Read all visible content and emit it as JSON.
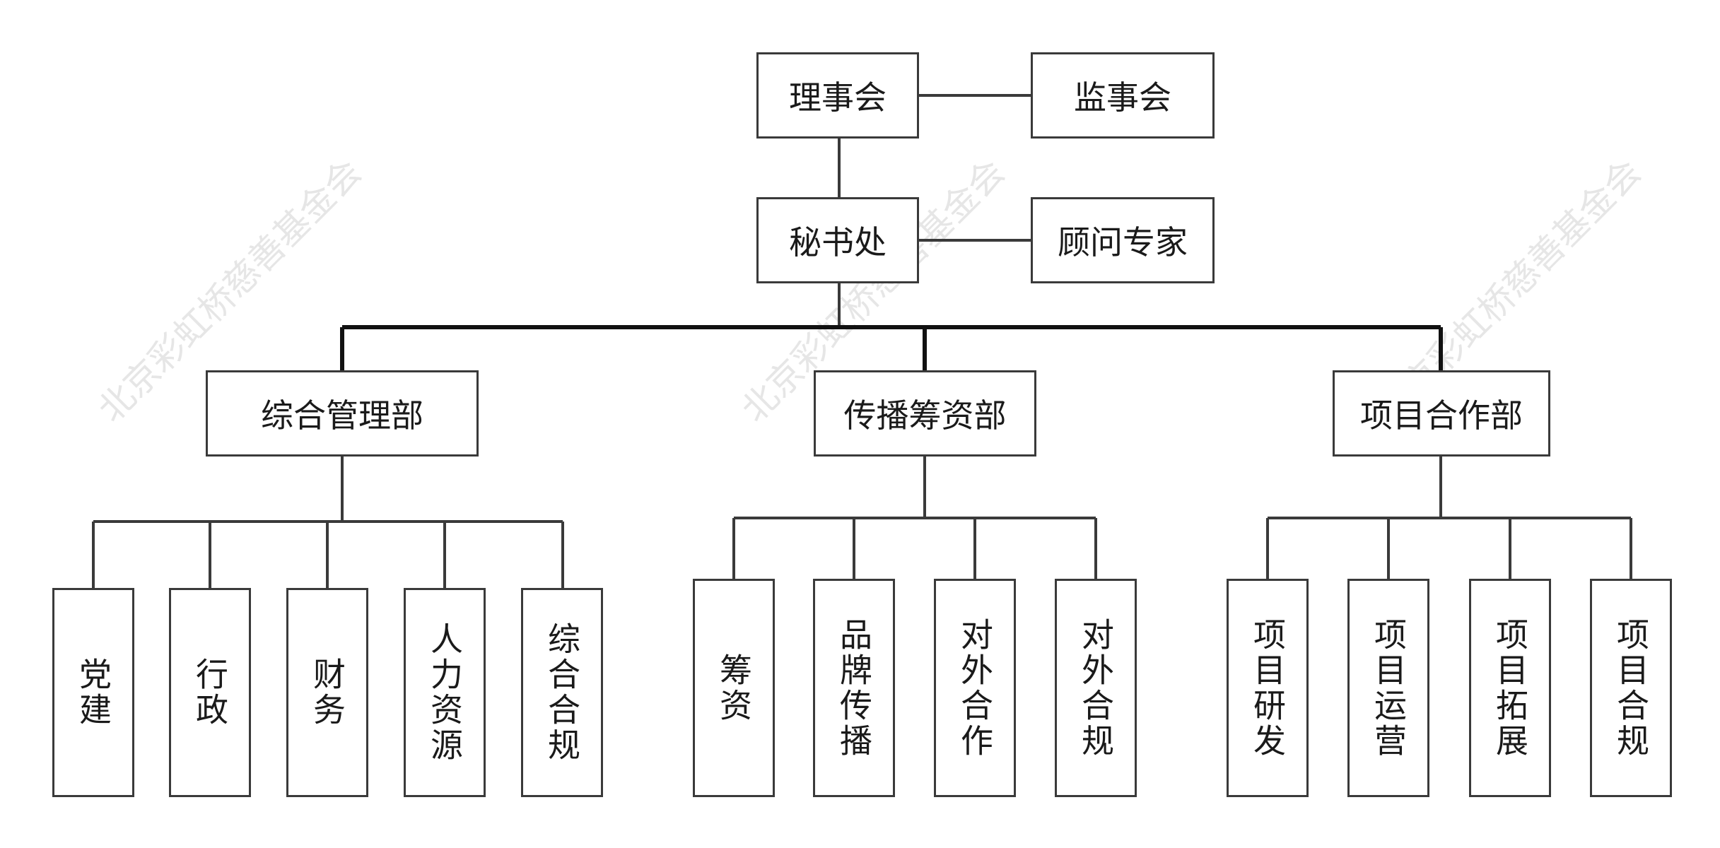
{
  "watermark": "北京彩虹桥慈善基金会",
  "top": {
    "council": "理事会",
    "supervisors": "监事会",
    "secretariat": "秘书处",
    "advisors": "顾问专家"
  },
  "departments": [
    {
      "name": "综合管理部",
      "units": [
        "党建",
        "行政",
        "财务",
        "人力资源",
        "综合合规"
      ]
    },
    {
      "name": "传播筹资部",
      "units": [
        "筹资",
        "品牌传播",
        "对外合作",
        "对外合规"
      ]
    },
    {
      "name": "项目合作部",
      "units": [
        "项目研发",
        "项目运营",
        "项目拓展",
        "项目合规"
      ]
    }
  ]
}
